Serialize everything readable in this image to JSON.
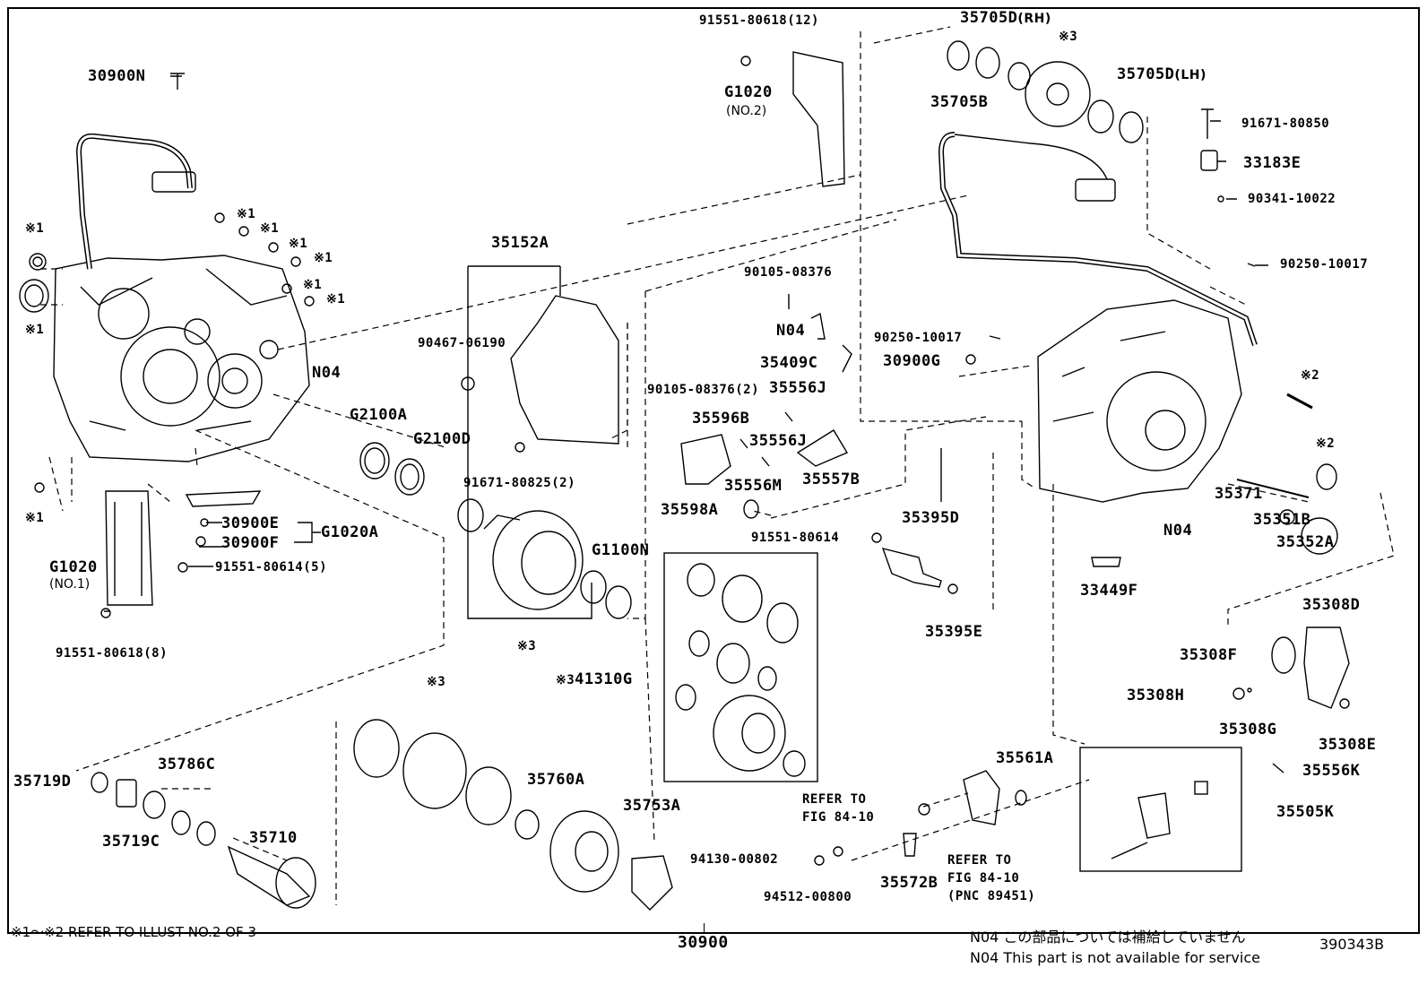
{
  "labels": {
    "p30900N": "30900N",
    "p91551_80618_12": "91551-80618(12)",
    "pG1020_no2": "G1020",
    "pG1020_no2_sub": "(NO.2)",
    "p35705D_rh": "35705D",
    "p35705D_rh_suffix": "(RH)",
    "p35705D_lh": "35705D",
    "p35705D_lh_suffix": "(LH)",
    "p35705B": "35705B",
    "p91671_80850": "91671-80850",
    "p33183E": "33183E",
    "p90341_10022": "90341-10022",
    "p90250_10017_a": "90250-10017",
    "p35152A": "35152A",
    "p90467_06190": "90467-06190",
    "p90105_08376": "90105-08376",
    "pN04_small": "N04",
    "p35409C": "35409C",
    "p90250_10017_b": "90250-10017",
    "p30900G": "30900G",
    "pN04_left": "N04",
    "pG2100A": "G2100A",
    "pG2100D": "G2100D",
    "p90105_08376_2": "90105-08376(2)",
    "p35556J_a": "35556J",
    "p35596B": "35596B",
    "p35556J_b": "35556J",
    "p35556M": "35556M",
    "p35557B": "35557B",
    "p91671_80825_2": "91671-80825(2)",
    "p35598A": "35598A",
    "p30900E": "30900E",
    "pG1020A": "G1020A",
    "p30900F": "30900F",
    "p91551_80614_5": "91551-80614(5)",
    "pG1020_no1": "G1020",
    "pG1020_no1_sub": "(NO.1)",
    "p91551_80618_8": "91551-80618(8)",
    "pG1100N": "G1100N",
    "p35395D": "35395D",
    "p91551_80614": "91551-80614",
    "p35395E": "35395E",
    "p35371": "35371",
    "p35351B": "35351B",
    "p35352A": "35352A",
    "pN04_right": "N04",
    "p33449F": "33449F",
    "p35308D": "35308D",
    "p35308F": "35308F",
    "p35308H": "35308H",
    "p35308G": "35308G",
    "p35308E": "35308E",
    "p41310G": "41310G",
    "p35719D": "35719D",
    "p35786C": "35786C",
    "p35719C": "35719C",
    "p35710": "35710",
    "p35760A": "35760A",
    "p35753A": "35753A",
    "p35561A": "35561A",
    "p35556K": "35556K",
    "p35505K": "35505K",
    "refer_to_1": "REFER TO",
    "refer_fig_1": "FIG 84-10",
    "p94130_00802": "94130-00802",
    "p94512_00800": "94512-00800",
    "p35572B": "35572B",
    "refer_to_2": "REFER TO",
    "refer_fig_2": "FIG 84-10",
    "refer_pnc": "(PNC 89451)",
    "star3": "※3",
    "star1": "※1",
    "star2": "※2"
  },
  "footer": {
    "note_left": "※1～※2 REFER TO ILLUST NO.2 OF 3",
    "assembly_number": "30900",
    "n04_jp": "N04 この部品については補給していません",
    "n04_en": "N04  This part is not available for service",
    "illustration_id": "390343B"
  }
}
